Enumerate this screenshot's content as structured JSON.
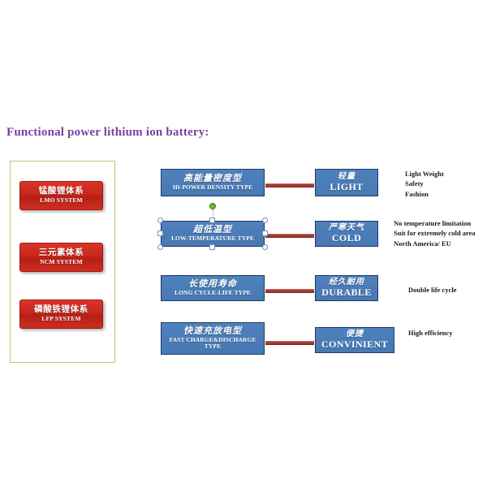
{
  "page": {
    "title": "Functional  power lithium ion battery:",
    "title_color": "#7c3f9e",
    "background": "#ffffff"
  },
  "systems_panel": {
    "border_color": "#b5cc62",
    "chips": [
      {
        "cn": "锰酸锂体系",
        "en": "LMO SYSTEM"
      },
      {
        "cn": "三元素体系",
        "en": "NCM SYSTEM"
      },
      {
        "cn": "磷酸铁锂体系",
        "en": "LFP SYSTEM"
      }
    ]
  },
  "rows": [
    {
      "type": {
        "cn": "高能量密度型",
        "en": "HI-POWER DENSITY TYPE"
      },
      "benefit": {
        "cn": "轻量",
        "en": "LIGHT"
      },
      "note": "Light Weight\nSafety\nFashion",
      "selected": false
    },
    {
      "type": {
        "cn": "超低温型",
        "en": "LOW-TEMPERATURE TYPE"
      },
      "benefit": {
        "cn": "严寒天气",
        "en": "COLD"
      },
      "note": "No  temperature limitation\nSuit for extremely cold area\nNorth America/ EU",
      "selected": true
    },
    {
      "type": {
        "cn": "长使用寿命",
        "en": "LONG CYCLE-LIFE TYPE"
      },
      "benefit": {
        "cn": "经久耐用",
        "en": "DURABLE"
      },
      "note": "Double life  cycle",
      "selected": false
    },
    {
      "type": {
        "cn": "快速充放电型",
        "en": "FAST CHARGE&DISCHARGE\nTYPE"
      },
      "benefit": {
        "cn": "便捷",
        "en": "CONVINIENT"
      },
      "note": "High efficiency",
      "selected": false
    }
  ],
  "colors": {
    "blue_box": "#4f81bd",
    "blue_border": "#1f3864",
    "red_chip": "#c9271c",
    "connector": "#a03a36",
    "selection_handle": "#ffffff",
    "rotate_knob": "#66bb33"
  }
}
